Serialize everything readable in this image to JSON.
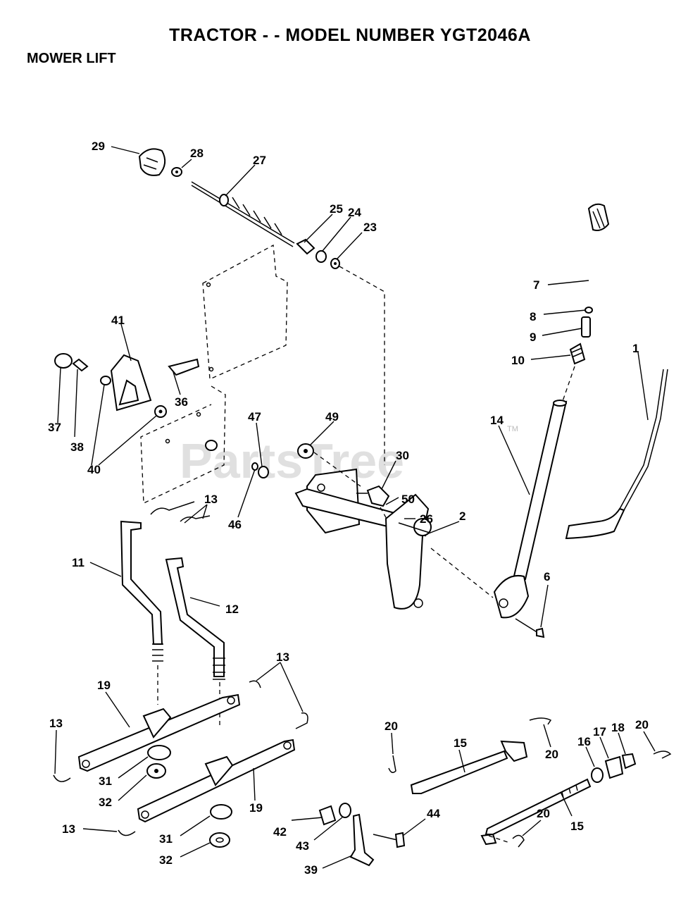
{
  "header": {
    "title": "TRACTOR - - MODEL NUMBER YGT2046A",
    "subtitle": "MOWER LIFT"
  },
  "watermark": {
    "brand": "PartsTree",
    "tm": "TM"
  },
  "callouts": {
    "c29": "29",
    "c28": "28",
    "c27": "27",
    "c25": "25",
    "c24": "24",
    "c23": "23",
    "c7": "7",
    "c8": "8",
    "c9": "9",
    "c10": "10",
    "c1": "1",
    "c41": "41",
    "c37": "37",
    "c38": "38",
    "c40": "40",
    "c36": "36",
    "c47": "47",
    "c49": "49",
    "c30": "30",
    "c50": "50",
    "c26": "26",
    "c2": "2",
    "c14": "14",
    "c46": "46",
    "c13a": "13",
    "c11": "11",
    "c12": "12",
    "c6": "6",
    "c13b": "13",
    "c19a": "19",
    "c13c": "13",
    "c31a": "31",
    "c32a": "32",
    "c19b": "19",
    "c13d": "13",
    "c31b": "31",
    "c32b": "32",
    "c20a": "20",
    "c15a": "15",
    "c20b": "20",
    "c16": "16",
    "c17": "17",
    "c18": "18",
    "c20c": "20",
    "c20d": "20",
    "c15b": "15",
    "c42": "42",
    "c43": "43",
    "c44": "44",
    "c39": "39"
  }
}
